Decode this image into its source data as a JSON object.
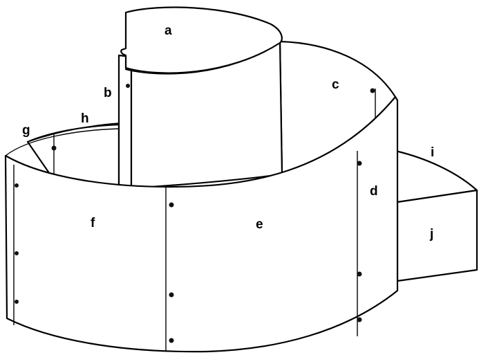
{
  "diagram": {
    "labels": {
      "a": "a",
      "b": "b",
      "c": "c",
      "d": "d",
      "e": "e",
      "f": "f",
      "g": "g",
      "h": "h",
      "i": "i",
      "j": "j"
    },
    "colors": {
      "panel_fill": "#ffffff",
      "stroke": "#000000",
      "rivet": "#111111"
    }
  }
}
